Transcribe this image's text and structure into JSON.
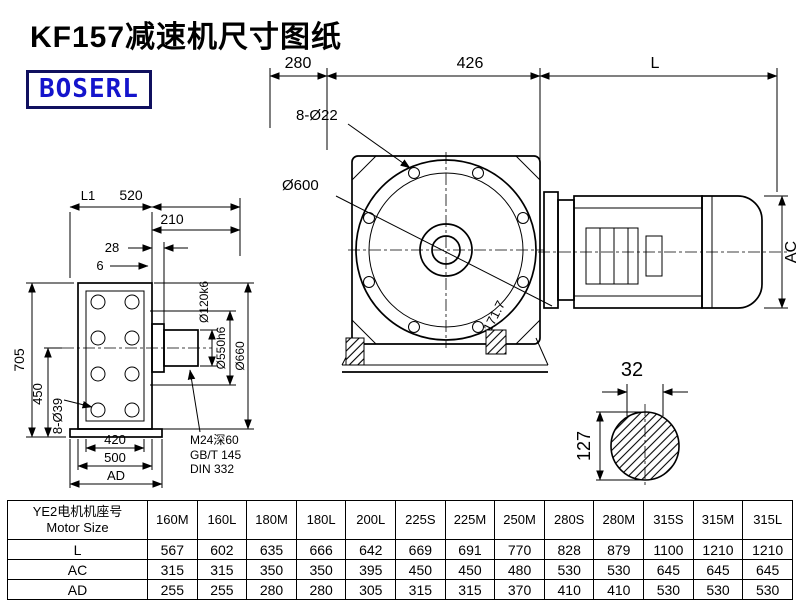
{
  "title": "KF157减速机尺寸图纸",
  "logo": "BOSERL",
  "front_view": {
    "dim_280": "280",
    "dim_426": "426",
    "dim_L": "L",
    "bolt_label": "8-Ø22",
    "dia_label": "Ø600",
    "diag_label": "171.7",
    "dim_AC": "AC"
  },
  "side_view": {
    "dim_L1": "L1",
    "dim_520": "520",
    "dim_210": "210",
    "dim_28": "28",
    "dim_6": "6",
    "dim_705": "705",
    "dim_450": "450",
    "holes_label": "8-Ø39",
    "dim_420": "420",
    "dim_500": "500",
    "dim_AD": "AD",
    "dia_120": "Ø120k6",
    "dia_550": "Ø550h6",
    "dia_660": "Ø660",
    "note_m24": "M24深60",
    "note_gbt": "GB/T 145",
    "note_din": "DIN 332"
  },
  "shaft_view": {
    "dim_32": "32",
    "dim_127": "127"
  },
  "table": {
    "header_line1": "YE2电机机座号",
    "header_line2": "Motor Size",
    "sizes": [
      "160M",
      "160L",
      "180M",
      "180L",
      "200L",
      "225S",
      "225M",
      "250M",
      "280S",
      "280M",
      "315S",
      "315M",
      "315L"
    ],
    "rows": [
      {
        "label": "L",
        "values": [
          "567",
          "602",
          "635",
          "666",
          "642",
          "669",
          "691",
          "770",
          "828",
          "879",
          "1100",
          "1210",
          "1210"
        ]
      },
      {
        "label": "AC",
        "values": [
          "315",
          "315",
          "350",
          "350",
          "395",
          "450",
          "450",
          "480",
          "530",
          "530",
          "645",
          "645",
          "645"
        ]
      },
      {
        "label": "AD",
        "values": [
          "255",
          "255",
          "280",
          "280",
          "305",
          "315",
          "315",
          "370",
          "410",
          "410",
          "530",
          "530",
          "530"
        ]
      }
    ]
  },
  "colors": {
    "line": "#000000",
    "logo_text": "#1414cc",
    "logo_border": "#10105f"
  }
}
